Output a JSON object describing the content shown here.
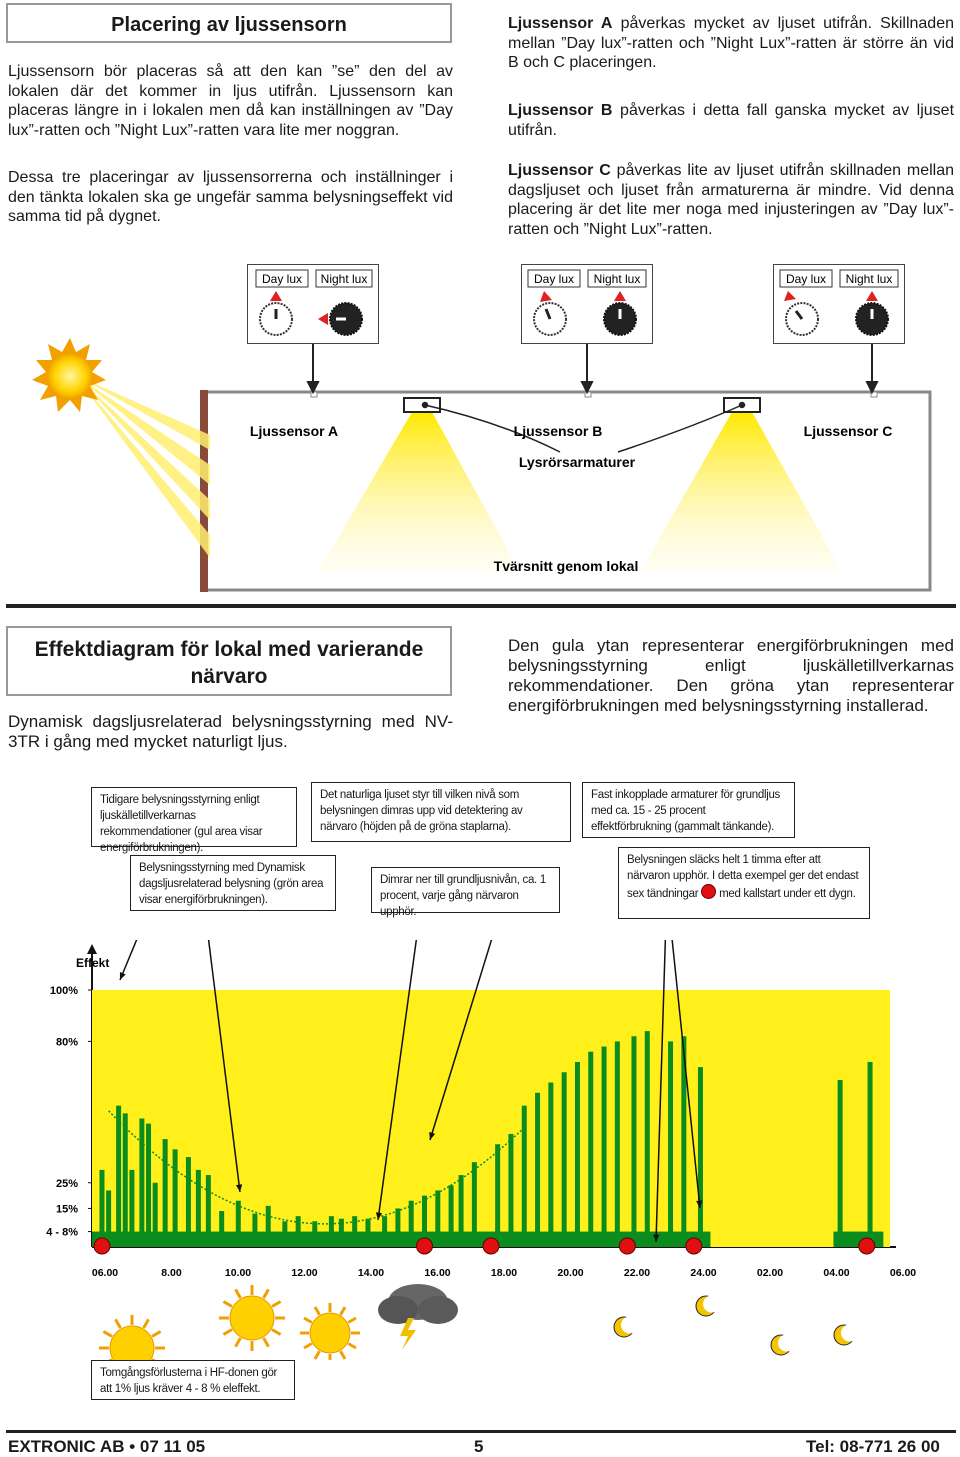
{
  "top_left": {
    "title": "Placering av ljussensorn",
    "p1": "Ljussensorn bör placeras så att den kan ”se” den del av lokalen där det kommer in ljus utifrån. Ljussensorn kan placeras längre in i lokalen men då kan inställningen av ”Day lux”-ratten och ”Night Lux”-ratten vara lite mer noggran.",
    "p2": "Dessa tre placeringar av ljussensorrerna och inställninger i den tänkta lokalen ska ge ungefär samma belysningseffekt vid samma tid på dygnet."
  },
  "top_right": {
    "a_label": "Ljussensor A",
    "a_text": " påverkas mycket av ljuset utifrån. Skillnaden mellan ”Day lux”-ratten och ”Night Lux”-ratten är större än vid B och C placeringen.",
    "b_label": "Ljussensor B",
    "b_text": " påverkas i detta fall ganska mycket av ljuset utifrån.",
    "c_label": "Ljussensor C",
    "c_text": " påverkas lite av ljuset utifrån skillnaden mellan dagsljuset och ljuset från armaturerna är mindre. Vid denna placering är det lite mer noga med injusteringen av ”Day lux”-ratten och ”Night Lux”-ratten."
  },
  "dials": {
    "day": "Day lux",
    "night": "Night lux"
  },
  "room": {
    "sensor_a": "Ljussensor A",
    "sensor_b": "Ljussensor B",
    "sensor_c": "Ljussensor C",
    "fixtures": "Lysrörsarmaturer",
    "caption": "Tvärsnitt genom lokal"
  },
  "effekt": {
    "title": "Effektdiagram för lokal med varierande närvaro",
    "subtitle": "Dynamisk dagsljusrelaterad belysningsstyrning med NV-3TR i gång med mycket naturligt ljus.",
    "right_text": "Den gula ytan representerar energiförbrukningen med belysningsstyrning enligt ljuskälletillverkarnas rekommendationer. Den gröna ytan representerar energiförbrukningen med belysningsstyrning installerad."
  },
  "notes": {
    "n1": "Tidigare belysningsstyrning enligt ljuskälletillverkarnas rekommendationer (gul area visar energiförbrukningen).",
    "n2": "Det naturliga ljuset styr till vilken nivå som belysningen dimras upp vid detektering av närvaro (höjden på de gröna staplarna).",
    "n3": "Fast inkopplade armaturer för grundljus med ca. 15 - 25 procent effektförbrukning (gammalt tänkande).",
    "n4": "Belysningsstyrning med Dynamisk dagsljusrelaterad belysning (grön area visar energiförbrukningen).",
    "n5": "Dimrar ner till grundljusnivån, ca. 1 procent, varje gång närvaron upphör.",
    "n6a": "Belysningen släcks helt 1 timma efter att närvaron upphör. I detta exempel ger det endast sex tändningar",
    "n6b": "med kallstart under ett dygn.",
    "n7": "Tomgångsförlusterna i HF-donen gör att 1% ljus kräver 4 - 8 % eleffekt."
  },
  "chart_data": {
    "type": "bar",
    "ylabel": "Effekt",
    "y_ticks": [
      "100%",
      "80%",
      "25%",
      "15%",
      "4 - 8%"
    ],
    "x_ticks": [
      "06.00",
      "8.00",
      "10.00",
      "12.00",
      "14.00",
      "16.00",
      "18.00",
      "20.00",
      "22.00",
      "24.00",
      "02.00",
      "04.00",
      "06.00"
    ],
    "yellow_area_level_percent": 100,
    "baseline_percent": 6,
    "green_bars": [
      {
        "hour": 6.3,
        "level": 30
      },
      {
        "hour": 6.5,
        "level": 22
      },
      {
        "hour": 6.8,
        "level": 55
      },
      {
        "hour": 7.0,
        "level": 52
      },
      {
        "hour": 7.2,
        "level": 30
      },
      {
        "hour": 7.5,
        "level": 50
      },
      {
        "hour": 7.7,
        "level": 48
      },
      {
        "hour": 7.9,
        "level": 25
      },
      {
        "hour": 8.2,
        "level": 42
      },
      {
        "hour": 8.5,
        "level": 38
      },
      {
        "hour": 8.9,
        "level": 35
      },
      {
        "hour": 9.2,
        "level": 30
      },
      {
        "hour": 9.5,
        "level": 28
      },
      {
        "hour": 9.9,
        "level": 14
      },
      {
        "hour": 10.4,
        "level": 18
      },
      {
        "hour": 10.9,
        "level": 13
      },
      {
        "hour": 11.3,
        "level": 16
      },
      {
        "hour": 11.8,
        "level": 10
      },
      {
        "hour": 12.2,
        "level": 12
      },
      {
        "hour": 12.7,
        "level": 10
      },
      {
        "hour": 13.2,
        "level": 12
      },
      {
        "hour": 13.5,
        "level": 11
      },
      {
        "hour": 13.9,
        "level": 12
      },
      {
        "hour": 14.3,
        "level": 11
      },
      {
        "hour": 14.8,
        "level": 12
      },
      {
        "hour": 15.2,
        "level": 15
      },
      {
        "hour": 15.6,
        "level": 18
      },
      {
        "hour": 16.0,
        "level": 20
      },
      {
        "hour": 16.4,
        "level": 22
      },
      {
        "hour": 16.8,
        "level": 24
      },
      {
        "hour": 17.1,
        "level": 28
      },
      {
        "hour": 17.5,
        "level": 33
      },
      {
        "hour": 18.2,
        "level": 40
      },
      {
        "hour": 18.6,
        "level": 44
      },
      {
        "hour": 19.0,
        "level": 55
      },
      {
        "hour": 19.4,
        "level": 60
      },
      {
        "hour": 19.8,
        "level": 64
      },
      {
        "hour": 20.2,
        "level": 68
      },
      {
        "hour": 20.6,
        "level": 72
      },
      {
        "hour": 21.0,
        "level": 76
      },
      {
        "hour": 21.4,
        "level": 78
      },
      {
        "hour": 21.8,
        "level": 80
      },
      {
        "hour": 22.3,
        "level": 82
      },
      {
        "hour": 22.7,
        "level": 84
      },
      {
        "hour": 23.4,
        "level": 80
      },
      {
        "hour": 23.8,
        "level": 82
      },
      {
        "hour": 24.3,
        "level": 70
      },
      {
        "hour": 28.5,
        "level": 65
      },
      {
        "hour": 29.4,
        "level": 72
      }
    ],
    "red_markers_hours": [
      6.3,
      16.0,
      18.0,
      22.1,
      24.1,
      29.3
    ]
  },
  "footer": {
    "left": "EXTRONIC AB • 07 11 05",
    "center": "5",
    "right": "Tel: 08-771 26 00"
  }
}
